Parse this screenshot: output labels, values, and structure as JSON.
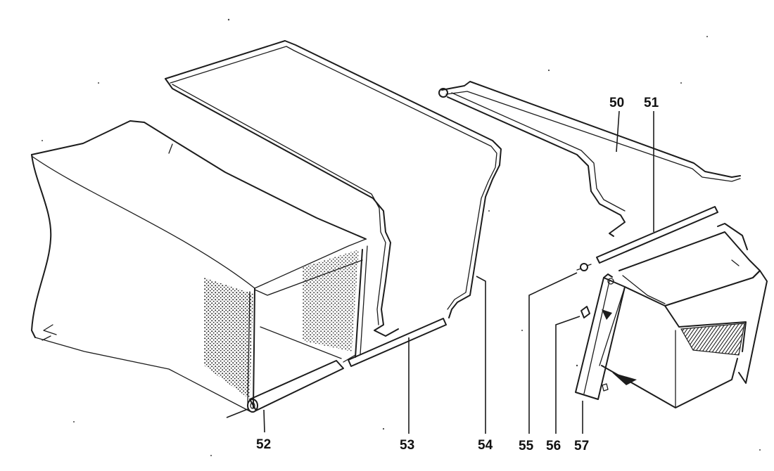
{
  "diagram": {
    "part_numbers": [
      "50",
      "51",
      "52",
      "53",
      "54",
      "55",
      "56",
      "57"
    ]
  }
}
